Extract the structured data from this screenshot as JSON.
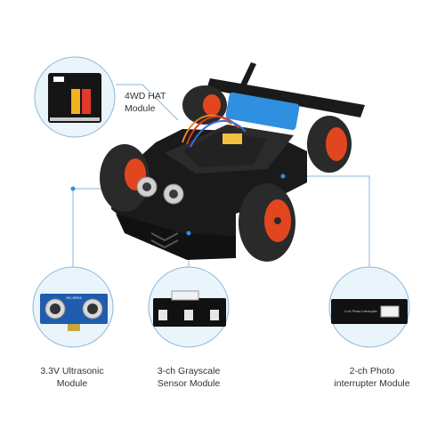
{
  "callouts": [
    {
      "label": "4WD HAT\nModule"
    },
    {
      "label": "3.3V Ultrasonic\nModule"
    },
    {
      "label": "3-ch Grayscale\nSensor Module"
    },
    {
      "label": "2-ch Photo\ninterrupter Module"
    }
  ],
  "board_texts": {
    "ultrasonic": "HC-SR04",
    "photo": "2-ch Photo Interrupter"
  },
  "colors": {
    "accent_line": "#8fb6d8",
    "circle_bg": "#eaf4fb",
    "wheel_rim": "#e2461f",
    "tire": "#2a2a2a",
    "chassis": "#1a1a1a",
    "ultrasonic_board": "#1f5cae"
  }
}
